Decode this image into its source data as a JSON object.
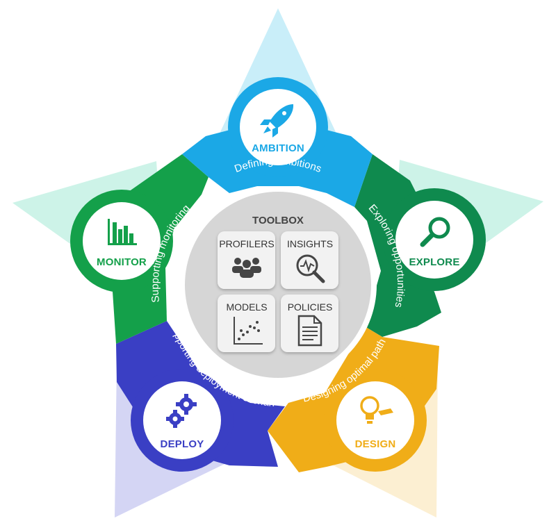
{
  "colors": {
    "ambition": "#1ba8e6",
    "explore": "#0f8a4e",
    "design": "#f0ad18",
    "deploy": "#3a3fc4",
    "monitor": "#14a04a",
    "toolbox_bg": "#d6d6d6"
  },
  "stages": {
    "ambition": {
      "title": "AMBITION",
      "subtitle": "Defining ambitions",
      "icon": "rocket-icon"
    },
    "explore": {
      "title": "EXPLORE",
      "subtitle": "Exploring opportunities",
      "icon": "magnifier-icon"
    },
    "design": {
      "title": "DESIGN",
      "subtitle": "Designing optimal path",
      "icon": "lightbulb-icon"
    },
    "deploy": {
      "title": "DEPLOY",
      "subtitle": "Supporting deployment & change",
      "icon": "gears-icon"
    },
    "monitor": {
      "title": "MONITOR",
      "subtitle": "Supporting monitoring",
      "icon": "bar-chart-icon"
    }
  },
  "toolbox": {
    "title": "TOOLBOX",
    "tiles": [
      {
        "label": "PROFILERS",
        "icon": "people-icon"
      },
      {
        "label": "INSIGHTS",
        "icon": "analytics-magnifier-icon"
      },
      {
        "label": "MODELS",
        "icon": "scatter-plot-icon"
      },
      {
        "label": "POLICIES",
        "icon": "document-icon"
      }
    ]
  }
}
